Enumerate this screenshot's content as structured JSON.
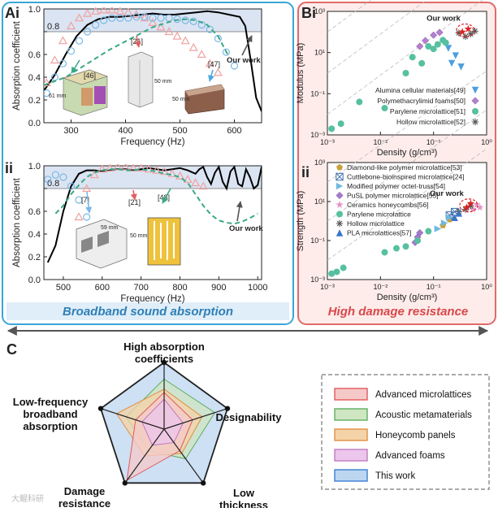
{
  "panels": {
    "A": {
      "letter": "A",
      "caption": "Broadband sound absorption"
    },
    "B": {
      "letter": "B",
      "caption": "High damage resistance"
    },
    "C": {
      "letter": "C"
    }
  },
  "colors": {
    "panel_a_border": "#3aa6d6",
    "panel_a_caption_bg": "#dfeef8",
    "panel_a_caption": "#2f7fb6",
    "panel_b_border": "#e06a6a",
    "panel_b_bg": "#fdecea",
    "panel_b_caption": "#d9484a",
    "band_fill": "#dbe4f2",
    "our_work": "#000000",
    "open_red": "#f2a0a0",
    "open_blue": "#79b8e8",
    "dash_green": "#3aa886",
    "arrow_gray": "#555555"
  },
  "chart_data": [
    {
      "id": "Ai",
      "type": "line",
      "label": "Ai",
      "xlabel": "Frequency (Hz)",
      "ylabel": "Absorption coefficient",
      "xlim": [
        250,
        650
      ],
      "ylim": [
        0,
        1.0
      ],
      "xticks": [
        300,
        400,
        500,
        600
      ],
      "yticks": [
        0,
        0.2,
        0.4,
        0.6,
        0.8,
        1.0
      ],
      "band": {
        "from": 0.8,
        "to": 1.0,
        "label": "0.8"
      },
      "annotations": [
        "[46]",
        "[21]",
        "[47]",
        "Our work",
        "61 mm",
        "50 mm",
        "50 mm"
      ],
      "series": [
        {
          "name": "Our work",
          "style": "solid-black",
          "x": [
            250,
            270,
            290,
            310,
            330,
            350,
            370,
            390,
            410,
            430,
            450,
            470,
            490,
            510,
            530,
            550,
            570,
            590,
            610,
            620,
            630,
            640,
            650
          ],
          "y": [
            0.28,
            0.42,
            0.6,
            0.76,
            0.86,
            0.91,
            0.93,
            0.93,
            0.94,
            0.95,
            0.96,
            0.95,
            0.95,
            0.96,
            0.97,
            0.98,
            0.97,
            0.95,
            0.93,
            0.85,
            0.55,
            0.22,
            0.1
          ]
        },
        {
          "name": "[46]",
          "style": "open-red-triangle",
          "x": [
            255,
            270,
            285,
            300,
            315,
            330,
            345,
            360,
            375,
            390,
            405,
            420,
            435,
            450,
            465,
            480,
            495,
            510,
            525,
            540,
            555,
            570
          ],
          "y": [
            0.35,
            0.55,
            0.72,
            0.85,
            0.92,
            0.96,
            0.98,
            0.99,
            0.99,
            0.98,
            0.97,
            0.95,
            0.92,
            0.88,
            0.84,
            0.8,
            0.76,
            0.72,
            0.66,
            0.6,
            0.52,
            0.44
          ]
        },
        {
          "name": "[21]",
          "style": "open-blue-circle",
          "x": [
            255,
            270,
            285,
            300,
            315,
            330,
            345,
            360,
            375,
            390,
            405,
            420,
            435,
            450,
            465,
            480,
            495,
            510,
            525,
            540,
            555,
            570,
            585,
            600
          ],
          "y": [
            0.26,
            0.4,
            0.52,
            0.63,
            0.72,
            0.8,
            0.86,
            0.9,
            0.92,
            0.92,
            0.92,
            0.93,
            0.93,
            0.92,
            0.92,
            0.92,
            0.91,
            0.9,
            0.89,
            0.86,
            0.82,
            0.74,
            0.62,
            0.5
          ]
        },
        {
          "name": "[47]",
          "style": "dashed-green",
          "x": [
            250,
            290,
            330,
            370,
            410,
            450,
            490,
            510,
            530,
            550,
            570,
            590
          ],
          "y": [
            0.33,
            0.4,
            0.52,
            0.64,
            0.74,
            0.84,
            0.9,
            0.91,
            0.9,
            0.86,
            0.76,
            0.58
          ]
        }
      ]
    },
    {
      "id": "Aii",
      "type": "line",
      "label": "ii",
      "xlabel": "Frequency (Hz)",
      "ylabel": "Absorption coefficient",
      "xlim": [
        450,
        1010
      ],
      "ylim": [
        0,
        1.0
      ],
      "xticks": [
        500,
        600,
        700,
        800,
        900,
        1000
      ],
      "yticks": [
        0,
        0.2,
        0.4,
        0.6,
        0.8,
        1.0
      ],
      "band": {
        "from": 0.8,
        "to": 1.0,
        "label": "0.8"
      },
      "annotations": [
        "[7]",
        "[21]",
        "[48]",
        "Our work",
        "59 mm",
        "50 mm"
      ],
      "series": [
        {
          "name": "Our work",
          "style": "solid-black",
          "x": [
            460,
            480,
            500,
            520,
            540,
            560,
            580,
            600,
            620,
            640,
            660,
            680,
            700,
            720,
            740,
            760,
            780,
            800,
            820,
            840,
            850,
            860,
            870,
            880,
            890,
            900,
            910,
            920,
            930,
            940,
            950,
            960,
            970,
            980,
            990,
            1000,
            1010
          ],
          "y": [
            0.15,
            0.3,
            0.6,
            0.82,
            0.93,
            0.96,
            0.96,
            0.95,
            0.96,
            0.97,
            0.97,
            0.96,
            0.97,
            0.98,
            0.97,
            0.96,
            0.97,
            0.98,
            0.96,
            0.93,
            0.97,
            0.99,
            0.9,
            0.84,
            0.94,
            0.99,
            0.86,
            0.8,
            0.95,
            0.99,
            0.84,
            0.82,
            0.97,
            0.9,
            0.8,
            0.83,
            0.99
          ]
        },
        {
          "name": "[7]",
          "style": "open-blue-circle",
          "x": [
            460,
            480,
            500,
            520,
            540,
            560,
            580,
            600
          ],
          "y": [
            0.88,
            0.92,
            0.9,
            0.82,
            0.7,
            0.55,
            0.4,
            0.3
          ]
        },
        {
          "name": "[21]",
          "style": "open-red-triangle",
          "x": [
            540,
            560,
            580,
            600,
            620,
            640,
            660,
            680,
            700,
            720,
            740,
            760,
            780,
            800,
            820,
            840,
            860
          ],
          "y": [
            0.55,
            0.8,
            0.92,
            0.97,
            0.98,
            0.99,
            0.99,
            0.98,
            0.98,
            0.97,
            0.96,
            0.95,
            0.93,
            0.91,
            0.88,
            0.85,
            0.82
          ]
        },
        {
          "name": "[48]",
          "style": "dashed-green",
          "x": [
            480,
            500,
            520,
            540,
            560,
            580,
            600,
            620,
            640,
            660,
            680,
            700,
            720,
            740,
            760,
            780,
            800,
            820,
            840,
            860,
            880,
            900,
            920,
            940,
            960,
            980,
            1000
          ],
          "y": [
            0.58,
            0.65,
            0.75,
            0.83,
            0.9,
            0.94,
            0.96,
            0.97,
            0.97,
            0.96,
            0.96,
            0.97,
            0.96,
            0.95,
            0.93,
            0.92,
            0.9,
            0.85,
            0.75,
            0.65,
            0.57,
            0.52,
            0.5,
            0.49,
            0.51,
            0.54,
            0.58
          ]
        }
      ]
    },
    {
      "id": "Bi",
      "type": "scatter",
      "label": "Bi",
      "xlabel": "Density (g/cm³)",
      "ylabel": "Modulus (MPa)",
      "xscale": "log",
      "yscale": "log",
      "xlim": [
        0.001,
        1
      ],
      "ylim": [
        0.001,
        1000
      ],
      "xtick_labels": [
        "10⁻³",
        "10⁻²",
        "10⁻¹",
        "10⁰"
      ],
      "ytick_labels": [
        "10⁻³",
        "10⁻¹",
        "10¹",
        "10³"
      ],
      "annotations": [
        "Our work"
      ],
      "legend": [
        "Alumina cellular materials[49]",
        "Polymethacrylimid foams[50]",
        "Parylene microlattice[51]",
        "Hollow microlattice[52]"
      ],
      "series": [
        {
          "name": "Alumina cellular materials[49]",
          "marker": "down-triangle",
          "color": "#4b9fe0",
          "x": [
            0.19,
            0.22,
            0.26,
            0.33
          ],
          "y": [
            16,
            3,
            7,
            2
          ]
        },
        {
          "name": "Polymethacrylimid foams[50]",
          "marker": "diamond",
          "color": "#b57fd0",
          "x": [
            0.055,
            0.07,
            0.1,
            0.13
          ],
          "y": [
            20,
            38,
            70,
            95
          ]
        },
        {
          "name": "Parylene microlattice[51]",
          "marker": "circle",
          "color": "#56c0a0",
          "x": [
            0.0012,
            0.0018,
            0.004,
            0.012,
            0.03,
            0.04,
            0.06,
            0.08,
            0.1,
            0.12,
            0.15,
            0.17
          ],
          "y": [
            0.002,
            0.0035,
            0.04,
            0.02,
            1,
            6,
            3,
            20,
            15,
            25,
            40,
            30
          ]
        },
        {
          "name": "Hollow microlattice[52]",
          "marker": "asterisk",
          "color": "#555555",
          "x": [
            0.3,
            0.4,
            0.5,
            0.6
          ],
          "y": [
            90,
            60,
            80,
            110
          ]
        },
        {
          "name": "Our work",
          "marker": "red-star",
          "color": "#e02020",
          "x": [
            0.35,
            0.45
          ],
          "y": [
            100,
            140
          ]
        }
      ]
    },
    {
      "id": "Bii",
      "type": "scatter",
      "label": "ii",
      "xlabel": "Density (g/cm³)",
      "ylabel": "Strength (MPa)",
      "xscale": "log",
      "yscale": "log",
      "xlim": [
        0.001,
        1
      ],
      "ylim": [
        0.001,
        1000
      ],
      "xtick_labels": [
        "10⁻³",
        "10⁻²",
        "10⁻¹",
        "10⁰"
      ],
      "ytick_labels": [
        "10⁻³",
        "10⁻¹",
        "10¹",
        "10³"
      ],
      "annotations": [
        "Our work"
      ],
      "legend": [
        "Diamond-like polymer microlattice[53]",
        "Cuttlebone-bioinspired microlattice[24]",
        "Modified polymer octet-truss[54]",
        "PuSL polymer microlattice[55]",
        "Ceramics honeycombs[56]",
        "Parylene microlattice",
        "Hollow microlattice",
        "PLA microlattices[57]"
      ],
      "series": [
        {
          "name": "Diamond-like polymer microlattice[53]",
          "marker": "pentagon",
          "color": "#c9a03a",
          "x": [
            0.15,
            0.2
          ],
          "y": [
            0.6,
            1.2
          ]
        },
        {
          "name": "Cuttlebone-bioinspired microlattice[24]",
          "marker": "box-x",
          "color": "#3d6fb0",
          "x": [
            0.2,
            0.25
          ],
          "y": [
            2,
            3
          ]
        },
        {
          "name": "Modified polymer octet-truss[54]",
          "marker": "tri-right",
          "color": "#6fb9e0",
          "x": [
            0.12,
            0.16,
            0.2
          ],
          "y": [
            0.4,
            0.8,
            1.5
          ]
        },
        {
          "name": "PuSL polymer microlattice[55]",
          "marker": "diamond",
          "color": "#a57ad0",
          "x": [
            0.045,
            0.05,
            0.055
          ],
          "y": [
            0.08,
            0.15,
            0.25
          ]
        },
        {
          "name": "Ceramics honeycombs[56]",
          "marker": "star-pink",
          "color": "#e394c6",
          "x": [
            0.55,
            0.65,
            0.75
          ],
          "y": [
            4,
            7,
            5
          ]
        },
        {
          "name": "Parylene microlattice",
          "marker": "circle",
          "color": "#56c0a0",
          "x": [
            0.0012,
            0.0015,
            0.002,
            0.012,
            0.02,
            0.03,
            0.05,
            0.08
          ],
          "y": [
            0.002,
            0.0025,
            0.004,
            0.025,
            0.04,
            0.05,
            0.1,
            0.3
          ]
        },
        {
          "name": "Hollow microlattice",
          "marker": "asterisk",
          "color": "#555555",
          "x": [
            0.3,
            0.4,
            0.5
          ],
          "y": [
            3,
            4,
            6
          ]
        },
        {
          "name": "PLA microlattices[57]",
          "marker": "up-triangle",
          "color": "#3a74c8",
          "x": [
            0.25,
            0.3
          ],
          "y": [
            1.5,
            2.5
          ]
        },
        {
          "name": "Our work",
          "marker": "red-star",
          "color": "#e02020",
          "x": [
            0.42,
            0.5
          ],
          "y": [
            5,
            8
          ]
        }
      ]
    },
    {
      "id": "C",
      "type": "radar",
      "label": "C",
      "axes": [
        "High absorption coefficients",
        "Designability",
        "Low thickness",
        "Damage resistance",
        "Low-frequency broadband absorption"
      ],
      "range": [
        0,
        1
      ],
      "series": [
        {
          "name": "Advanced microlattices",
          "color": "#e05a5a",
          "fill": "#f6c9c9",
          "values": [
            0.55,
            0.45,
            0.4,
            0.95,
            0.45
          ]
        },
        {
          "name": "Acoustic metamaterials",
          "color": "#5fae5f",
          "fill": "#cfe6c3",
          "values": [
            0.75,
            0.8,
            0.55,
            0.4,
            0.6
          ]
        },
        {
          "name": "Honeycomb panels",
          "color": "#e09040",
          "fill": "#f5d3a8",
          "values": [
            0.6,
            0.6,
            0.45,
            0.5,
            0.75
          ]
        },
        {
          "name": "Advanced foams",
          "color": "#c07ac0",
          "fill": "#ecc6ec",
          "values": [
            0.45,
            0.3,
            0.25,
            0.3,
            0.35
          ]
        },
        {
          "name": "This work",
          "color": "#3a7ed0",
          "fill": "#bcd6f0",
          "values": [
            1.0,
            1.0,
            1.0,
            1.0,
            1.0
          ]
        }
      ]
    }
  ],
  "watermark": "大鲲科研"
}
